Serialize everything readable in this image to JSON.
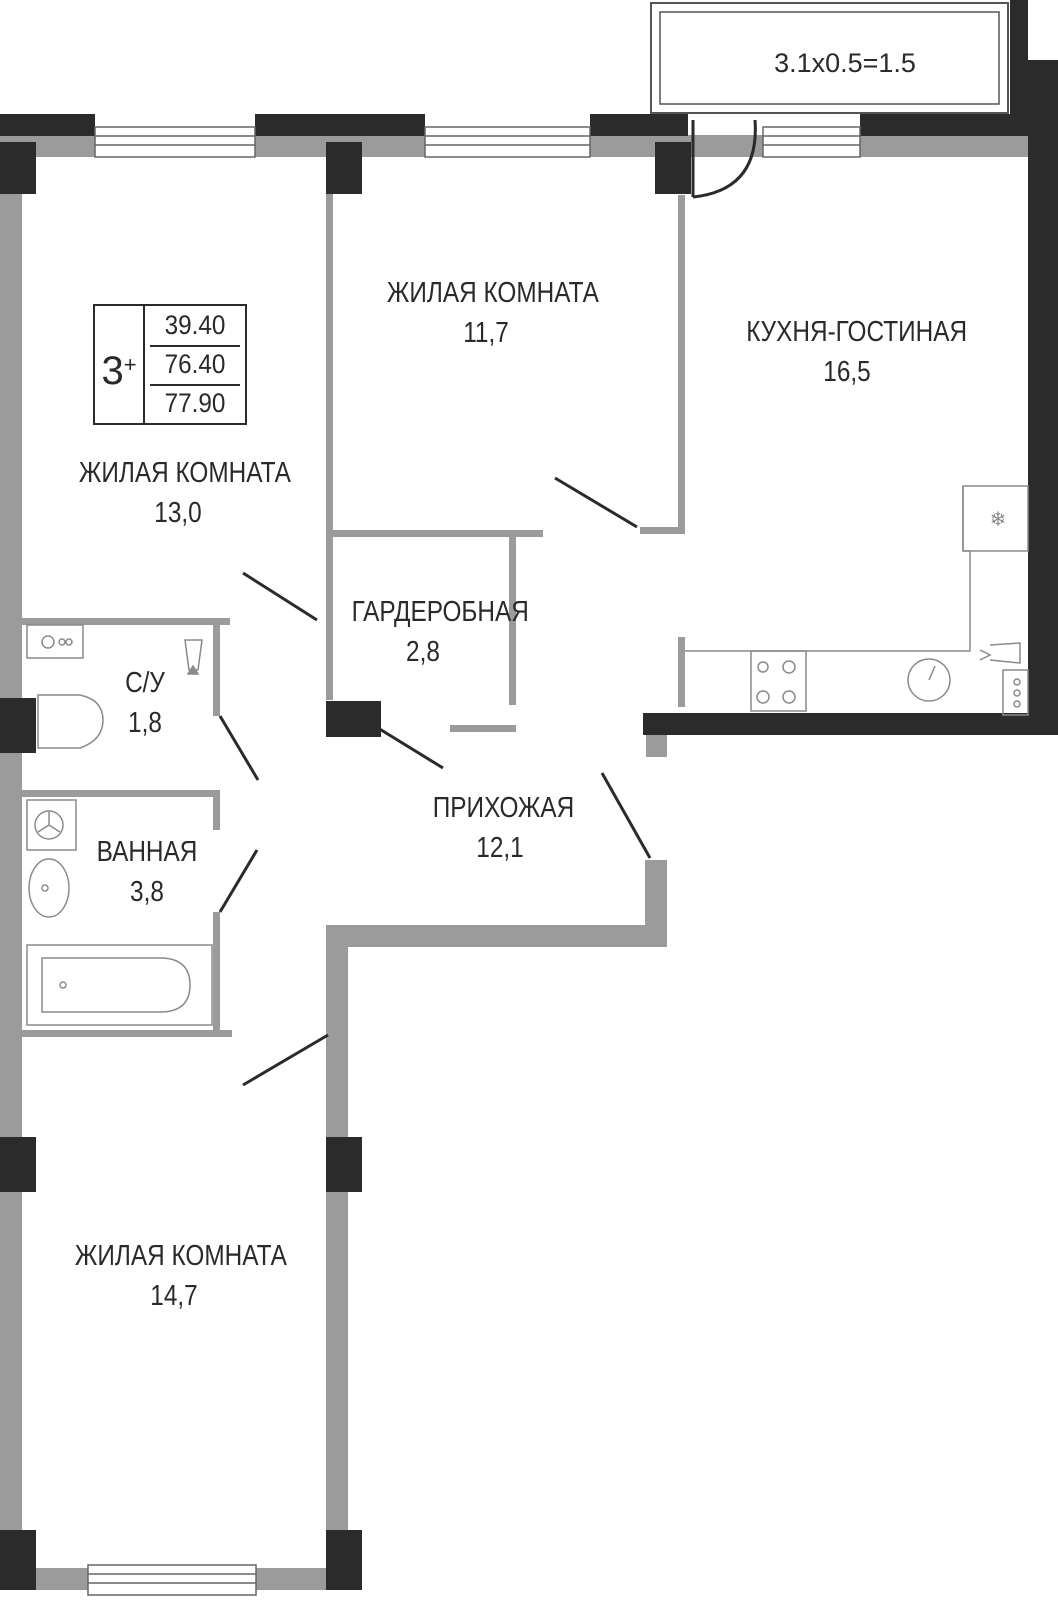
{
  "badge": {
    "rooms": "3",
    "rooms_suffix": "+",
    "areas": [
      "39.40",
      "76.40",
      "77.90"
    ]
  },
  "rooms": [
    {
      "id": "living-1",
      "name": "ЖИЛАЯ КОМНАТА",
      "area": "11,7"
    },
    {
      "id": "kitchen",
      "name": "КУХНЯ-ГОСТИНАЯ",
      "area": "16,5"
    },
    {
      "id": "living-2",
      "name": "ЖИЛАЯ КОМНАТА",
      "area": "13,0"
    },
    {
      "id": "wardrobe",
      "name": "ГАРДЕРОБНАЯ",
      "area": "2,8"
    },
    {
      "id": "wc",
      "name": "С/У",
      "area": "1,8"
    },
    {
      "id": "hallway",
      "name": "ПРИХОЖАЯ",
      "area": "12,1"
    },
    {
      "id": "bathroom",
      "name": "ВАННАЯ",
      "area": "3,8"
    },
    {
      "id": "living-3",
      "name": "ЖИЛАЯ КОМНАТА",
      "area": "14,7"
    }
  ],
  "balcony": {
    "label": "3.1x0.5=1.5"
  },
  "colors": {
    "wall_dark": "#2b2b2b",
    "wall_grey": "#9b9b9b",
    "fixture": "#8a8a8a"
  }
}
